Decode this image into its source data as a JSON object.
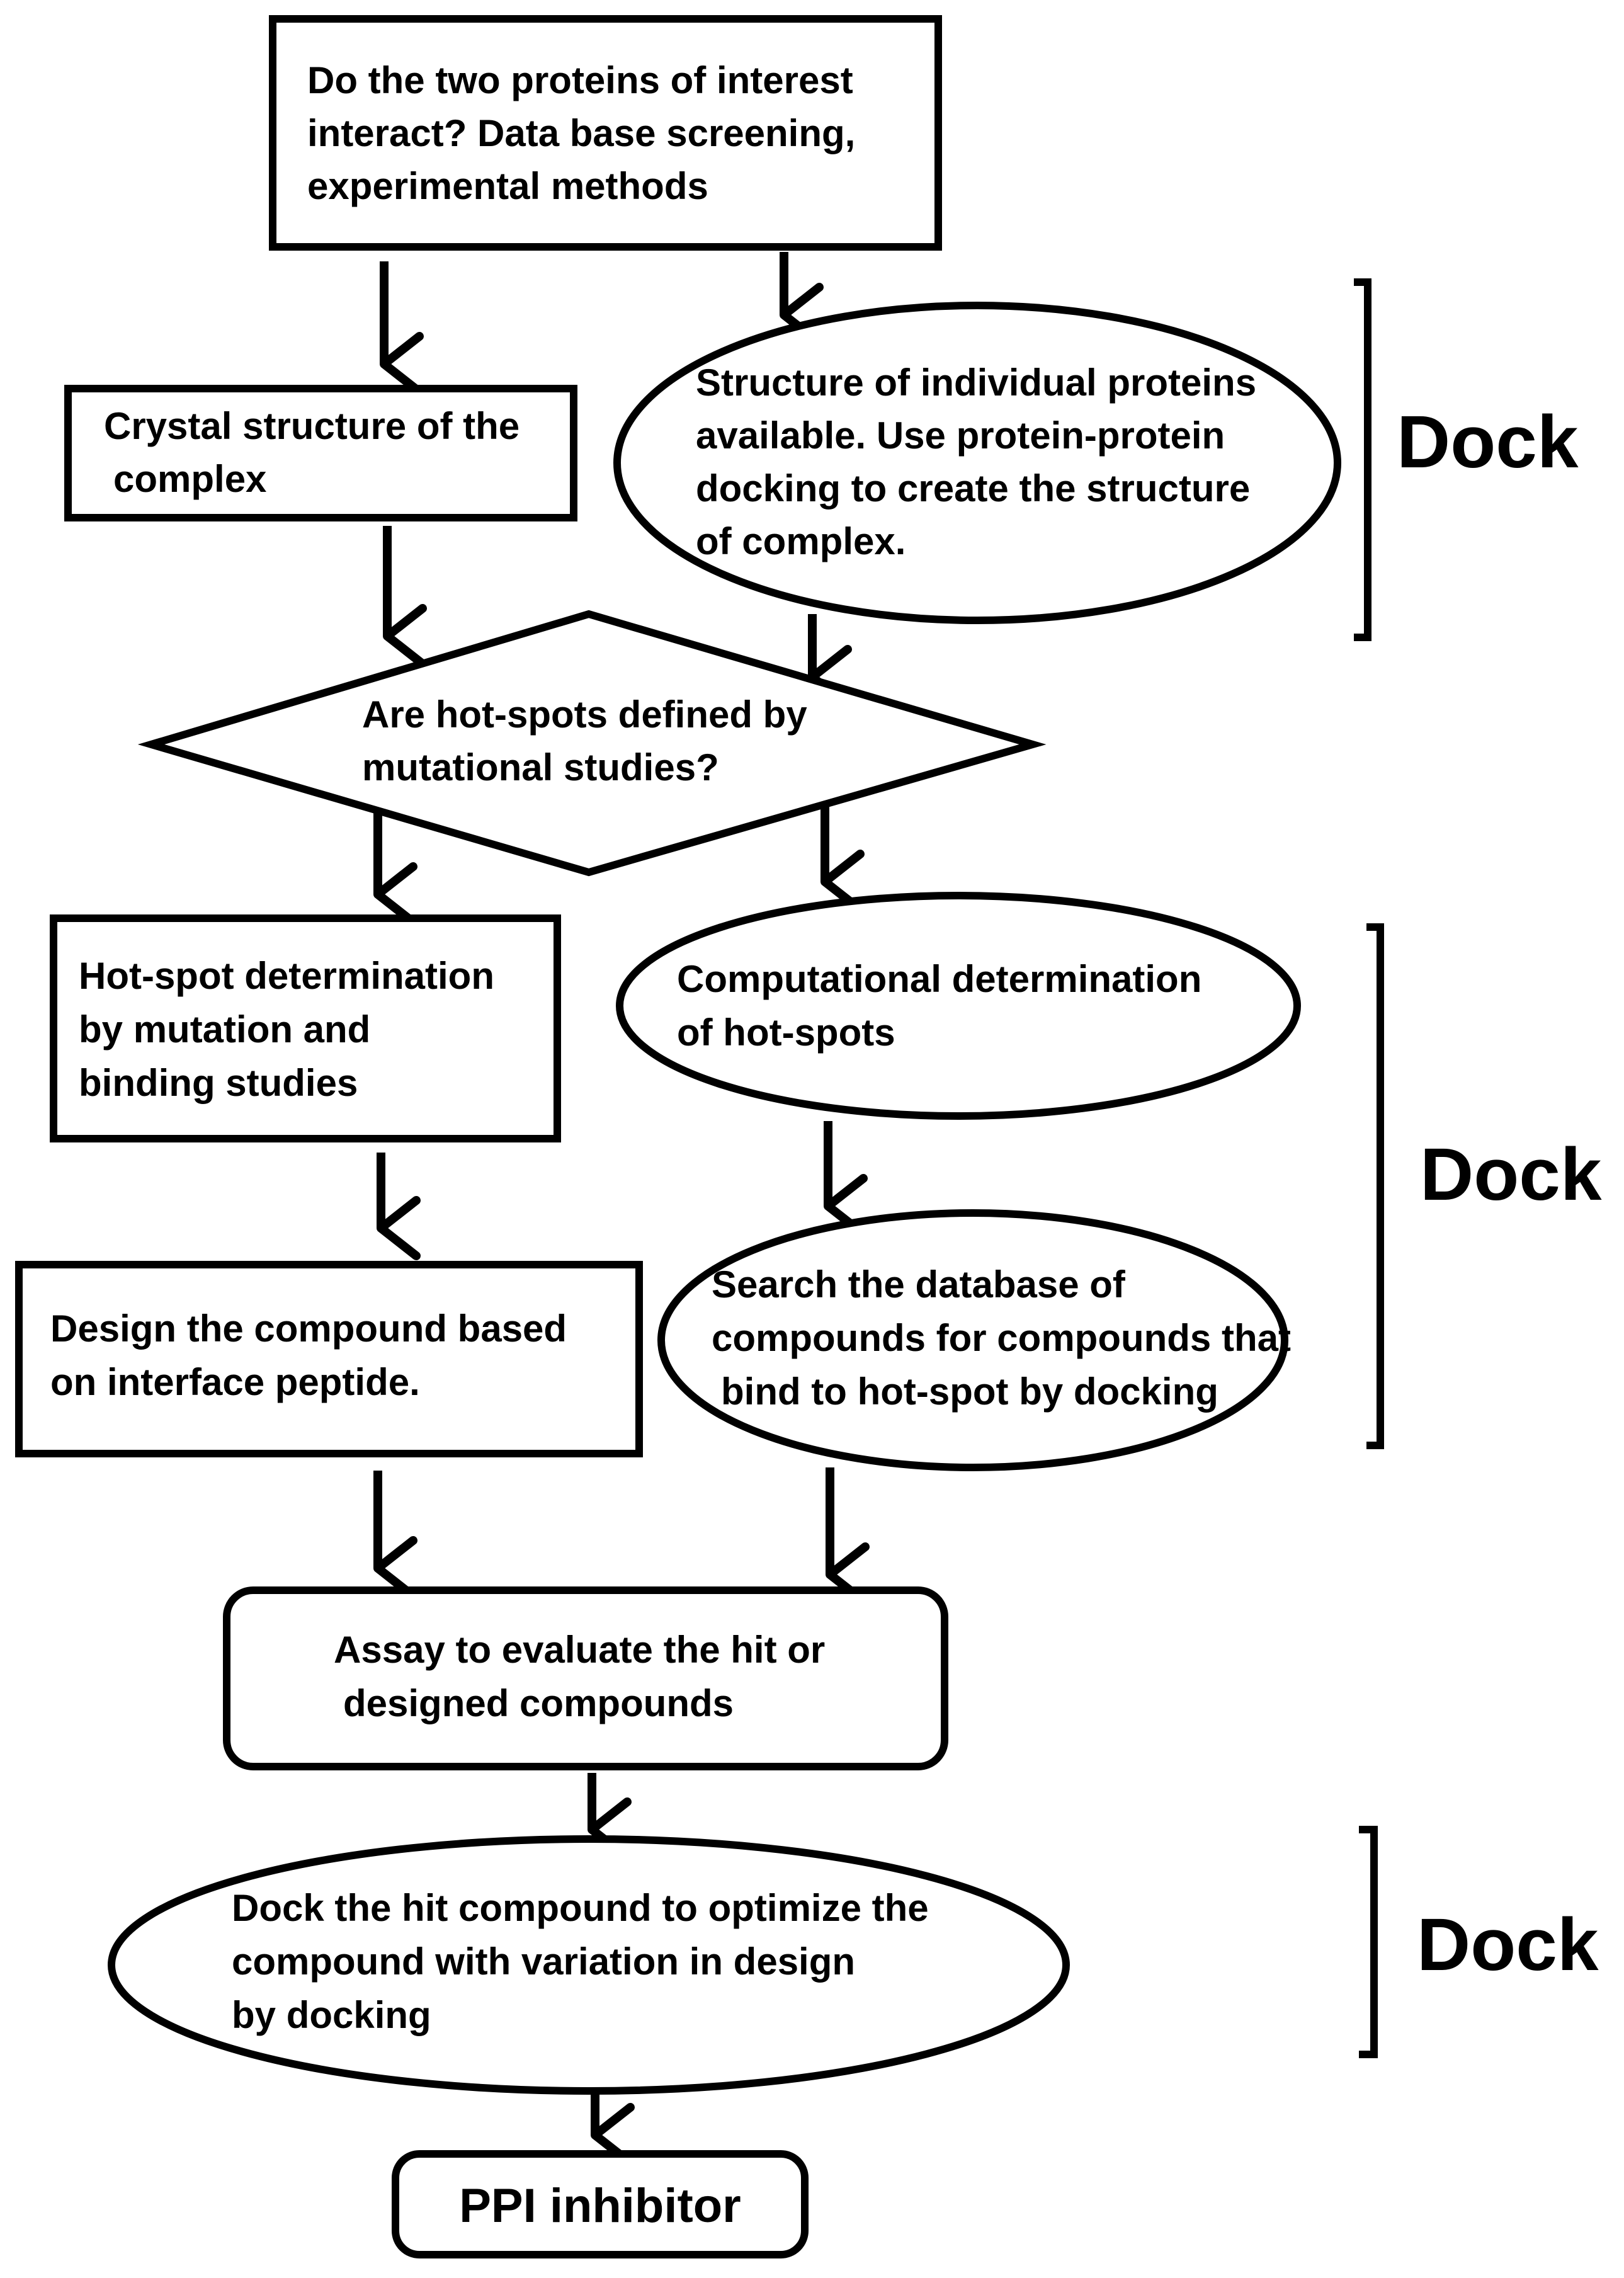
{
  "nodes": {
    "start": {
      "lines": [
        "Do the two proteins of interest",
        "interact?  Data base screening,",
        "experimental methods"
      ]
    },
    "crystal": {
      "lines": [
        "Crystal structure of the",
        "complex"
      ]
    },
    "docking_structure": {
      "lines": [
        "Structure of individual proteins",
        "available. Use protein-protein",
        "docking to create the structure",
        "of complex."
      ]
    },
    "decision": {
      "lines": [
        "Are hot-spots defined by",
        "mutational studies?"
      ]
    },
    "hotspot_mutation": {
      "lines": [
        "Hot-spot determination",
        "by mutation and",
        "binding studies"
      ]
    },
    "computational": {
      "lines": [
        "Computational determination",
        "of hot-spots"
      ]
    },
    "design": {
      "lines": [
        "Design the compound based",
        "on  interface peptide."
      ]
    },
    "search": {
      "lines": [
        "Search the database of",
        "compounds for compounds that",
        "bind to hot-spot by docking"
      ]
    },
    "assay": {
      "lines": [
        "Assay to evaluate the hit or",
        "designed compounds"
      ]
    },
    "optimize": {
      "lines": [
        "Dock the hit compound to optimize the",
        "compound with variation in design",
        "by docking"
      ]
    },
    "final": {
      "lines": [
        "PPI inhibitor"
      ]
    }
  },
  "brackets": [
    {
      "label": "Dock"
    },
    {
      "label": "Dock"
    },
    {
      "label": "Dock"
    }
  ]
}
